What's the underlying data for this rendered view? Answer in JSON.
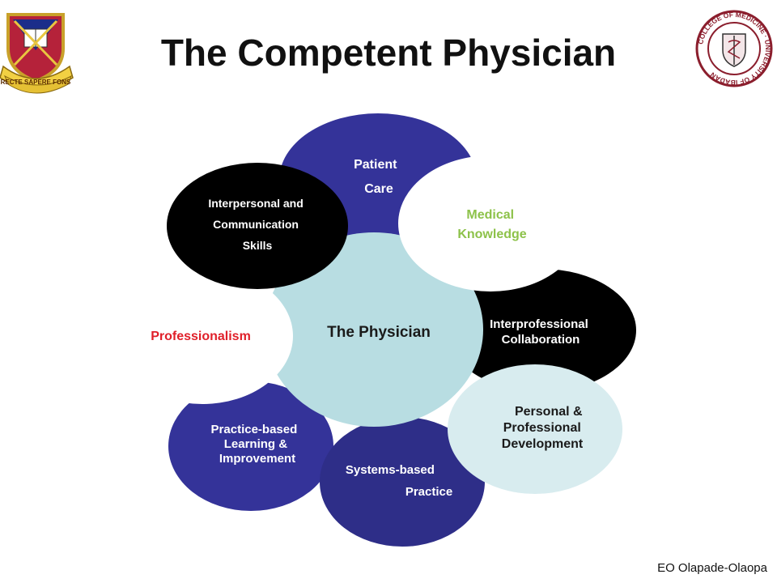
{
  "slide": {
    "title": "The Competent Physician",
    "footer": "EO Olapade-Olaopa"
  },
  "logos": {
    "left": {
      "icon": "ibadan-university-crest-icon",
      "motto": "RECTE SAPERE FONS"
    },
    "right": {
      "icon": "college-of-medicine-seal-icon",
      "ring_text": "COLLEGE OF MEDICINE · UNIVERSITY OF IBADAN"
    }
  },
  "diagram": {
    "center": {
      "lines": [
        "The Physician"
      ],
      "color": "#b8dde2"
    },
    "competencies": [
      {
        "id": "patient-care",
        "lines": [
          "Patient",
          "Care"
        ],
        "fill": "#343399",
        "text_color": "#ffffff"
      },
      {
        "id": "medical-knowledge",
        "lines": [
          "Medical",
          "Knowledge"
        ],
        "fill": "#ffffff",
        "text_color": "#8dc24a"
      },
      {
        "id": "interprofessional-collaboration",
        "lines": [
          "Interprofessional",
          "Collaboration"
        ],
        "fill": "#000000",
        "text_color": "#ffffff"
      },
      {
        "id": "personal-professional-development",
        "lines": [
          "Personal &",
          "Professional",
          "Development"
        ],
        "fill": "#d8ecef",
        "text_color": "#1a1a1a"
      },
      {
        "id": "systems-based-practice",
        "lines": [
          "Systems-based",
          "Practice"
        ],
        "fill": "#2e2e88",
        "text_color": "#ffffff"
      },
      {
        "id": "practice-based-learning",
        "lines": [
          "Practice-based",
          "Learning &",
          "Improvement"
        ],
        "fill": "#343399",
        "text_color": "#ffffff"
      },
      {
        "id": "professionalism",
        "lines": [
          "Professionalism"
        ],
        "fill": "#ffffff",
        "text_color": "#e0202a"
      },
      {
        "id": "interpersonal-communication",
        "lines": [
          "Interpersonal and",
          "Communication",
          "Skills"
        ],
        "fill": "#000000",
        "text_color": "#ffffff"
      }
    ]
  }
}
